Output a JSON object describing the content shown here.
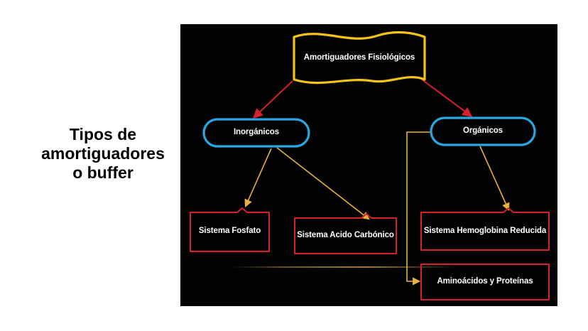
{
  "side_title": {
    "line1": "Tipos de",
    "line2": "amortiguadores",
    "line3": "o buffer"
  },
  "diagram": {
    "root": "Amortiguadores Fisiológicos",
    "inorganic": "Inorgánicos",
    "organic": "Orgánicos",
    "phosphate": "Sistema Fosfato",
    "carbonic": "Sistema Acido Carbónico",
    "hemoglobin": "Sistema Hemoglobina Reducida",
    "amino": "Aminoácidos y Proteínas"
  },
  "colors": {
    "panel_background": "#020202",
    "root_border": "#f2c318",
    "category_border": "#2aa7e0",
    "leaf_border": "#d8202c",
    "red_arrow": "#d8202c",
    "yellow_arrow": "#e9b13a"
  }
}
